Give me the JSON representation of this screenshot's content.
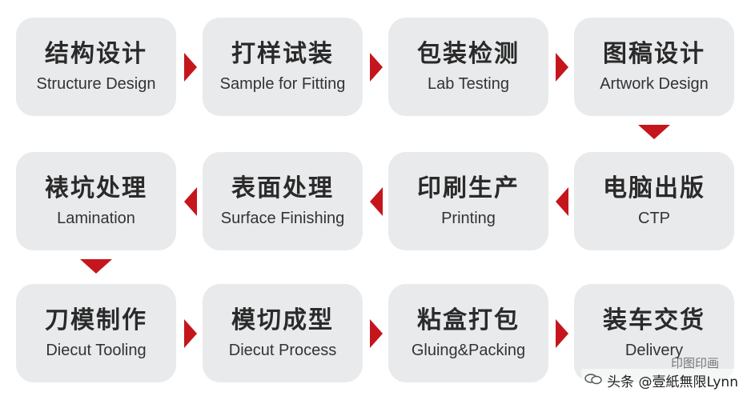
{
  "steps": [
    {
      "zh": "结构设计",
      "en": "Structure Design"
    },
    {
      "zh": "打样试装",
      "en": "Sample for Fitting"
    },
    {
      "zh": "包装检测",
      "en": "Lab Testing"
    },
    {
      "zh": "图稿设计",
      "en": "Artwork Design"
    },
    {
      "zh": "电脑出版",
      "en": "CTP"
    },
    {
      "zh": "印刷生产",
      "en": "Printing"
    },
    {
      "zh": "表面处理",
      "en": "Surface Finishing"
    },
    {
      "zh": "裱坑处理",
      "en": "Lamination"
    },
    {
      "zh": "刀模制作",
      "en": "Diecut Tooling"
    },
    {
      "zh": "模切成型",
      "en": "Diecut Process"
    },
    {
      "zh": "粘盒打包",
      "en": "Gluing&Packing"
    },
    {
      "zh": "装车交货",
      "en": "Delivery"
    }
  ],
  "colors": {
    "arrow": "#c4161c",
    "box": "#e9eaec",
    "text": "#2a2a2a"
  },
  "watermark": {
    "logo_text": "印图印画",
    "credit": "头条 @壹紙無限Lynn",
    "icon": "chat-bubble-icon"
  }
}
